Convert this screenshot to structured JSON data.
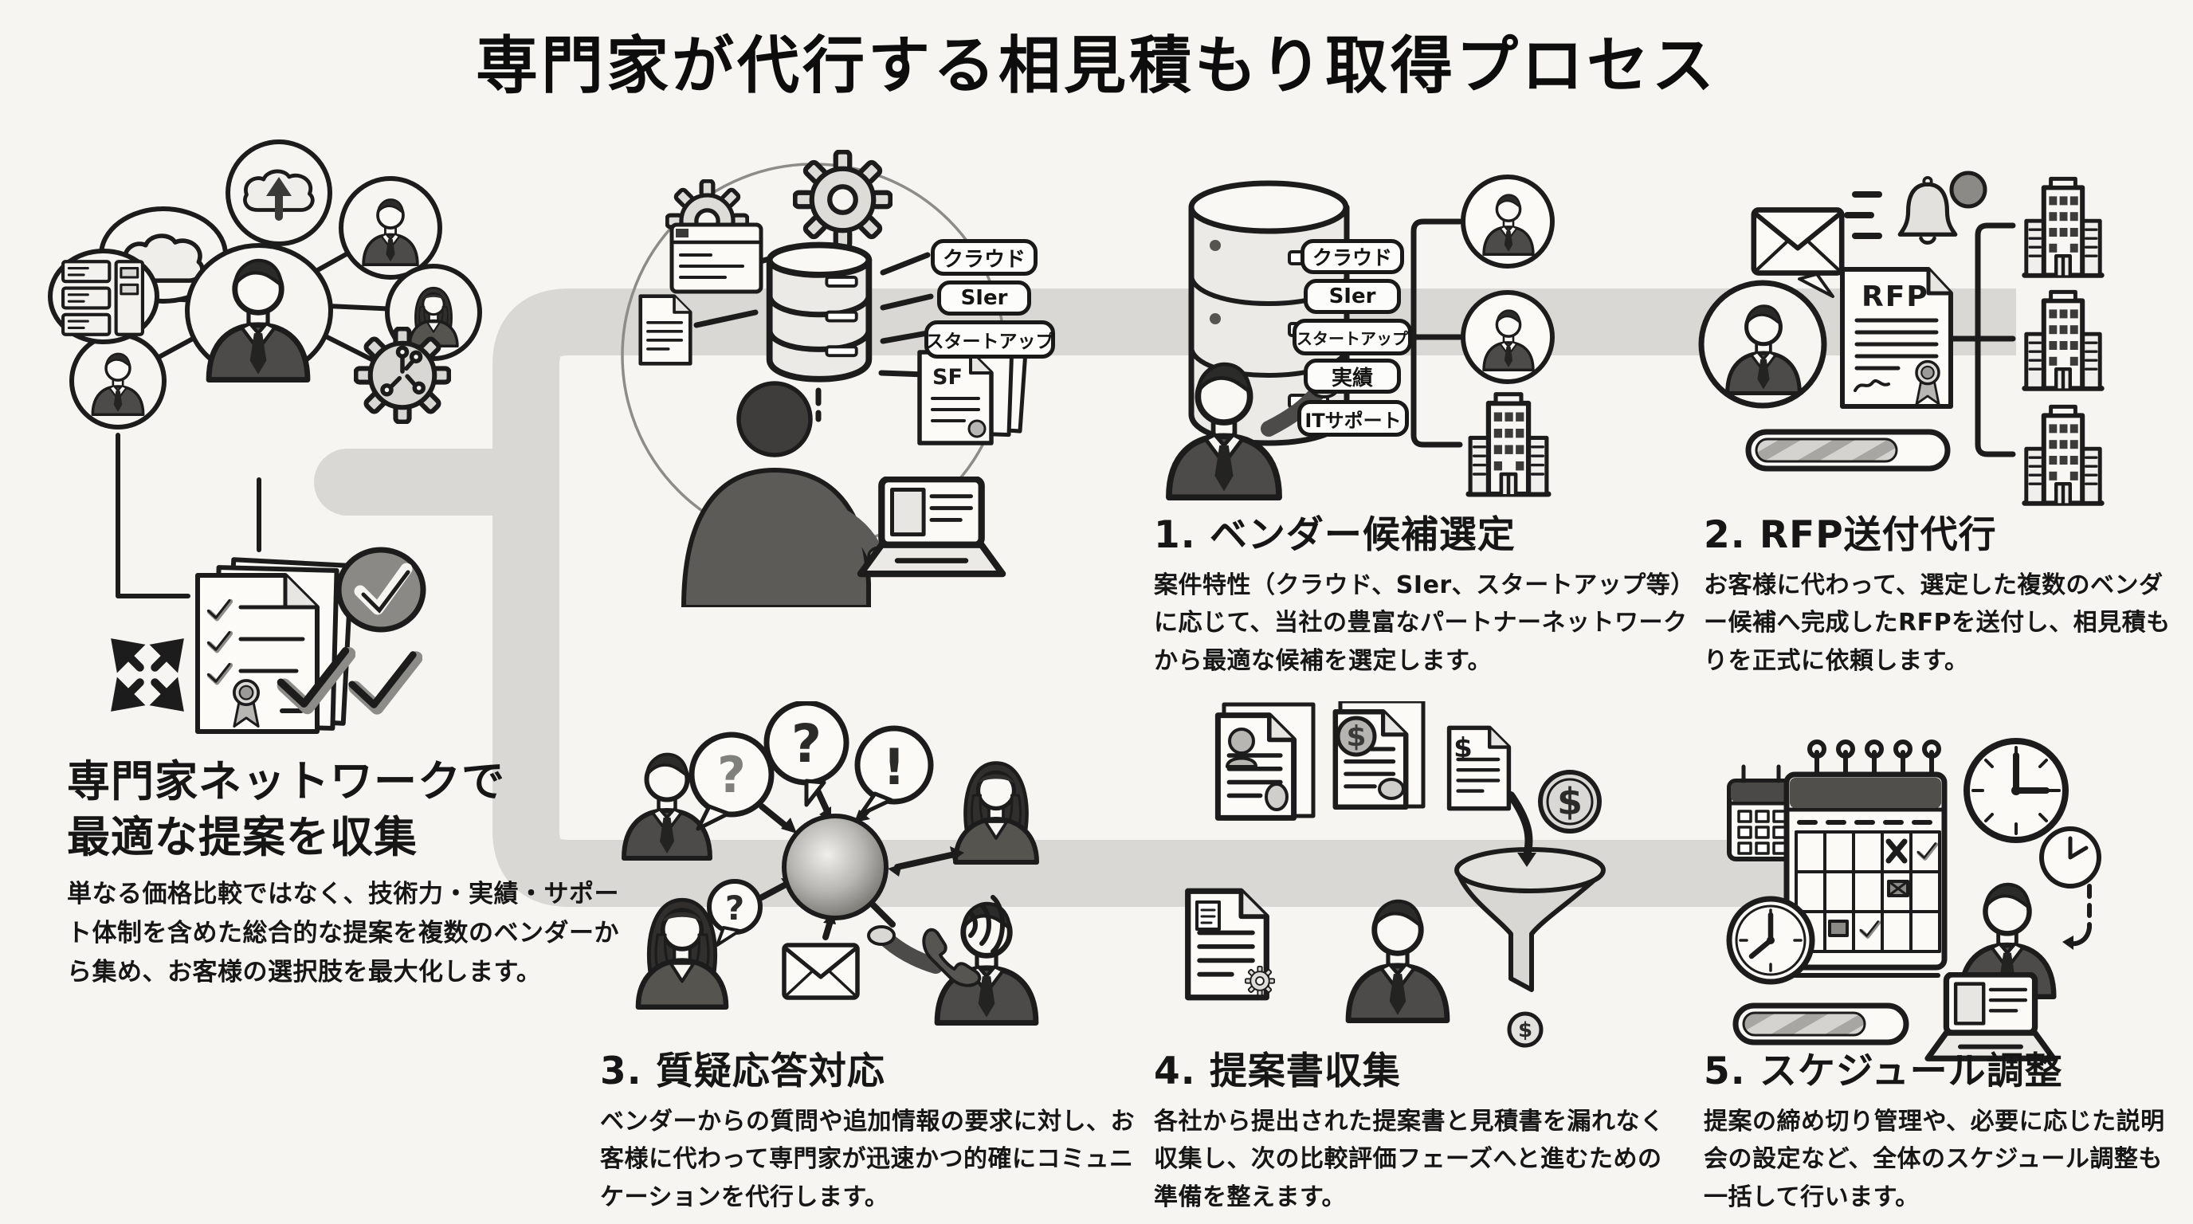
{
  "title": "専門家が代行する相見積もり取得プロセス",
  "colors": {
    "background": "#f6f5f2",
    "ink": "#161616",
    "connector": "#d9d8d4",
    "pill_bg": "#fcfcfa"
  },
  "intro": {
    "heading": "専門家ネットワークで\n最適な提案を収集",
    "body": "単なる価格比較ではなく、技術力・実績・サポート体制を含めた総合的な提案を複数のベンダーから集め、お客様の選択肢を最大化します。"
  },
  "steps": [
    {
      "heading": "1. ベンダー候補選定",
      "body": "案件特性（クラウド、SIer、スタートアップ等）に応じて、当社の豊富なパートナーネットワークから最適な候補を選定します。"
    },
    {
      "heading": "2. RFP送付代行",
      "body": "お客様に代わって、選定した複数のベンダー候補へ完成したRFPを送付し、相見積もりを正式に依頼します。"
    },
    {
      "heading": "3. 質疑応答対応",
      "body": "ベンダーからの質問や追加情報の要求に対し、お客様に代わって専門家が迅速かつ的確にコミュニケーションを代行します。"
    },
    {
      "heading": "4. 提案書収集",
      "body": "各社から提出された提案書と見積書を漏れなく収集し、次の比較評価フェーズへと進むための準備を整えます。"
    },
    {
      "heading": "5. スケジュール調整",
      "body": "提案の締め切り管理や、必要に応じた説明会の設定など、全体のスケジュール調整も一括して行います。"
    }
  ],
  "database_tags": [
    "クラウド",
    "SIer",
    "スタートアップ"
  ],
  "vendor_tags": [
    "クラウド",
    "SIer",
    "スタートアップ",
    "実績",
    "ITサポート"
  ],
  "doc_labels": {
    "sf": "SF",
    "rfp": "RFP"
  },
  "glyphs": {
    "question": "?",
    "exclamation": "!",
    "dollar": "$"
  }
}
